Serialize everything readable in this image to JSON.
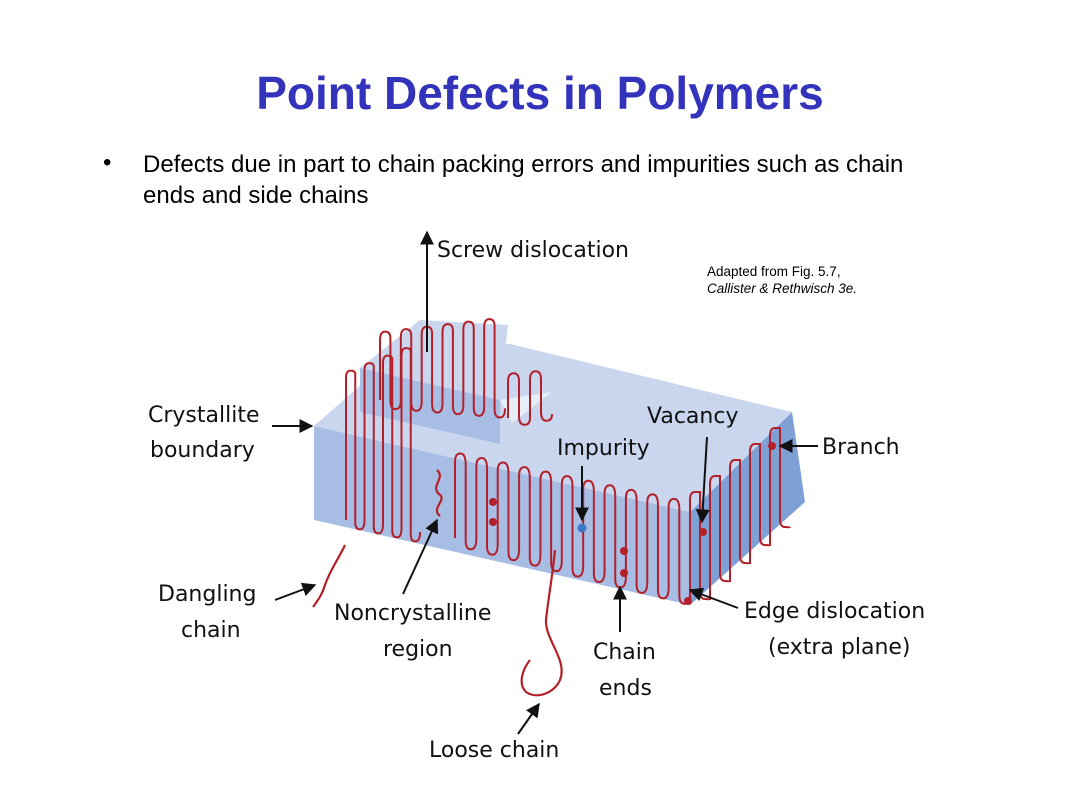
{
  "slide": {
    "title": "Point Defects in Polymers",
    "bullet": "Defects due in part to chain packing errors and impurities such as chain ends and side chains",
    "citation_line1": "Adapted from Fig. 5.7,",
    "citation_line2": "Callister & Rethwisch 3e."
  },
  "diagram": {
    "labels": {
      "screw_dislocation": "Screw dislocation",
      "crystallite_boundary_1": "Crystallite",
      "crystallite_boundary_2": "boundary",
      "vacancy": "Vacancy",
      "impurity": "Impurity",
      "branch": "Branch",
      "dangling_chain_1": "Dangling",
      "dangling_chain_2": "chain",
      "noncrystalline_region_1": "Noncrystalline",
      "noncrystalline_region_2": "region",
      "chain_ends_1": "Chain",
      "chain_ends_2": "ends",
      "edge_dislocation_1": "Edge dislocation",
      "edge_dislocation_2": "(extra plane)",
      "loose_chain": "Loose chain"
    },
    "colors": {
      "chain": "#b3202a",
      "crystal_top": "#c9d6ee",
      "crystal_front": "#a7bde4",
      "crystal_side": "#7fa0d4",
      "impurity": "#3a78c0"
    }
  }
}
